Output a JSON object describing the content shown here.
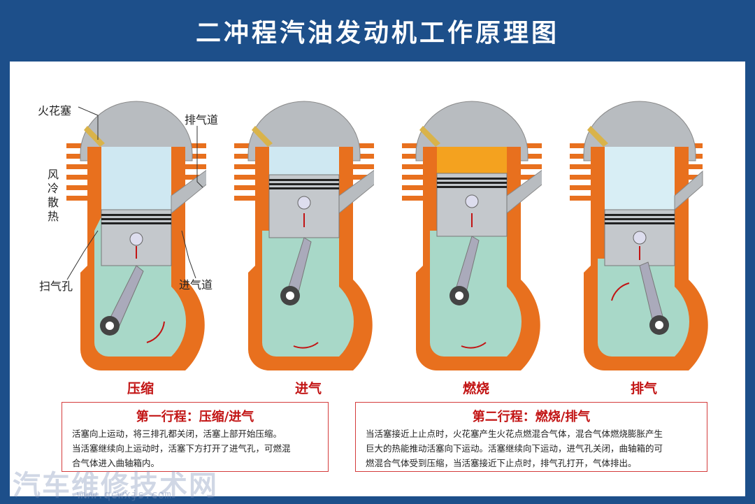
{
  "title": "二冲程汽油发动机工作原理图",
  "labels": {
    "spark_plug": "火花塞",
    "exhaust_port": "排气道",
    "air_cooling": [
      "风",
      "冷",
      "散",
      "热"
    ],
    "scavenge_port": "扫气孔",
    "intake_port": "进气道"
  },
  "stages": [
    "压缩",
    "进气",
    "燃烧",
    "排气"
  ],
  "boxes": [
    {
      "title": "第一行程：压缩/进气",
      "lines": [
        "活塞向上运动，将三排孔都关闭，活塞上部开始压缩。",
        "当活塞继续向上运动时，活塞下方打开了进气孔，可燃混",
        "合气体进入曲轴箱内。"
      ]
    },
    {
      "title": "第二行程：燃烧/排气",
      "lines": [
        "当活塞接近上止点时，火花塞产生火花点燃混合气体，混合气体燃烧膨胀产生",
        "巨大的热能推动活塞向下运动。活塞继续向下运动，进气孔关闭，曲轴箱的可",
        "燃混合气体受到压缩，当活塞接近下止点时，排气孔打开，气体排出。"
      ]
    }
  ],
  "watermark": {
    "main": "汽车维修技术网",
    "url": "www.qcwxjs.com"
  },
  "colors": {
    "frame": "#1d4f8a",
    "engine_body": "#e8701e",
    "accent_red": "#c21414"
  }
}
